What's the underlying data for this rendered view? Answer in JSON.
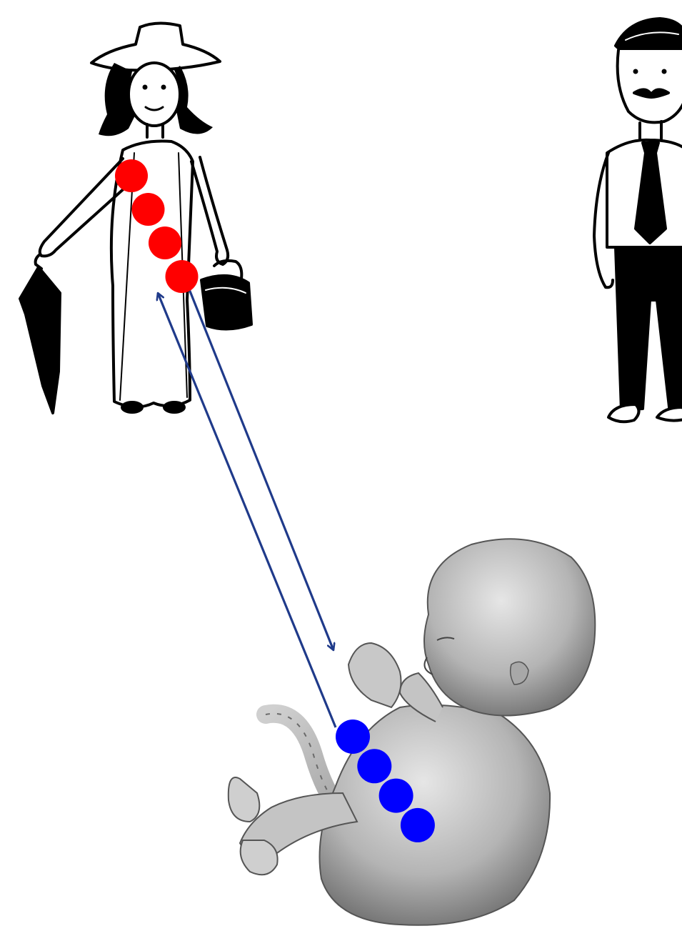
{
  "figures": {
    "mother": {
      "icon": "woman-with-umbrella-and-basket-icon"
    },
    "father": {
      "icon": "man-with-tie-icon"
    },
    "fetus": {
      "icon": "fetus-with-umbilical-cord-icon"
    }
  },
  "cell_groups": {
    "mother_cells": {
      "count": 4,
      "color": "#ff0000"
    },
    "fetal_cells": {
      "count": 4,
      "color": "#0000ff"
    }
  },
  "arrows": {
    "color": "#1f3a8a",
    "mother_to_fetus": {
      "from": "mother_cells",
      "to": "fetus"
    },
    "fetus_to_mother": {
      "from": "fetal_cells",
      "to": "mother_cells"
    }
  }
}
